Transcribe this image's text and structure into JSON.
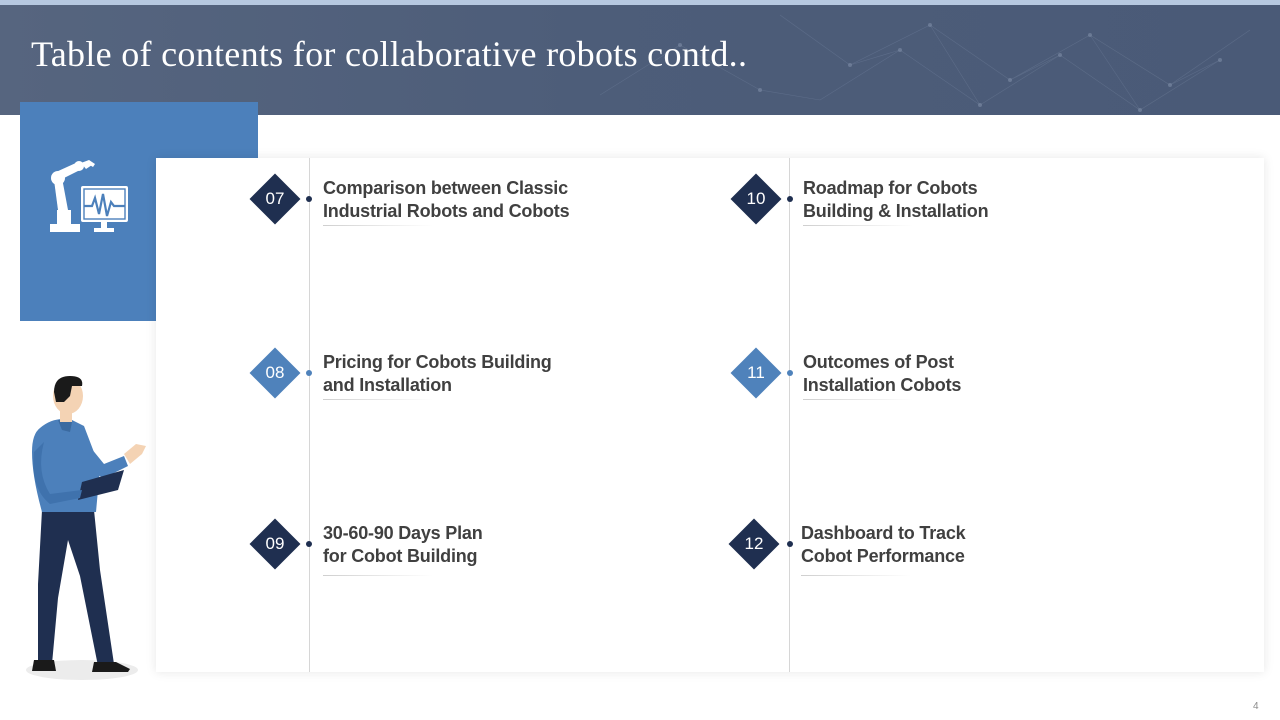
{
  "slide": {
    "title": "Table of contents for collaborative robots contd..",
    "page_number": "4"
  },
  "icons": {
    "robot_arm": "robot-arm-monitor-icon",
    "presenter": "presenter-illustration"
  },
  "colors": {
    "header": "#4d5d79",
    "accent_blue": "#4c80bb",
    "dark_navy": "#1f2f50",
    "text": "#404040"
  },
  "toc": {
    "items": [
      {
        "number": "07",
        "line1": "Comparison between Classic",
        "line2": "Industrial Robots and Cobots",
        "style": "dark"
      },
      {
        "number": "08",
        "line1": "Pricing for Cobots Building",
        "line2": "and Installation",
        "style": "light"
      },
      {
        "number": "09",
        "line1": "30-60-90 Days Plan",
        "line2": "for Cobot Building",
        "style": "dark"
      },
      {
        "number": "10",
        "line1": "Roadmap for Cobots",
        "line2": "Building & Installation",
        "style": "dark"
      },
      {
        "number": "11",
        "line1": "Outcomes of Post",
        "line2": "Installation Cobots",
        "style": "light"
      },
      {
        "number": "12",
        "line1": "Dashboard to Track",
        "line2": "Cobot Performance",
        "style": "dark"
      }
    ]
  }
}
